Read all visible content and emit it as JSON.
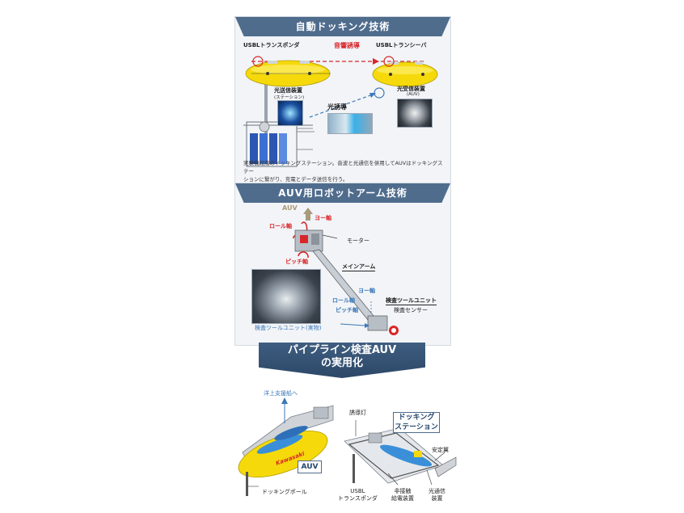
{
  "section1": {
    "title": "自動ドッキング技術",
    "usbl_transponder": "USBLトランスポンダ",
    "usbl_transceiver": "USBLトランシーバ",
    "acoustic_guidance": "音響誘導",
    "optical_tx": "光送信装置",
    "optical_tx_sub": "(ステーション)",
    "optical_rx": "光受信装置",
    "optical_rx_sub": "(AUV)",
    "optical_guidance": "光誘導",
    "desc_line1": "実験機段階のドッキングステーション。音波と光通信を併用してAUVはドッキングステー",
    "desc_line2": "ションに繋がり、充電とデータ送信を行う。"
  },
  "section2": {
    "title": "AUV用ロボットアーム技術",
    "auv": "AUV",
    "yaw_axis": "ヨー軸",
    "roll_axis": "ロール軸",
    "motor": "モーター",
    "pitch_axis": "ピッチ軸",
    "main_arm": "メインアーム",
    "yaw_axis2": "ヨー軸",
    "roll_axis2": "ロール軸",
    "inspection_unit": "検査ツールユニット",
    "pitch_axis2": "ピッチ軸",
    "inspection_sensor": "検査センサー",
    "unit_actual": "検査ツールユニット(実物)"
  },
  "hero": {
    "line1": "パイプライン検査AUV",
    "line2": "の実用化"
  },
  "section3": {
    "to_ship": "洋上支援船へ",
    "guide_light": "誘導灯",
    "docking_station_line1": "ドッキング",
    "docking_station_line2": "ステーション",
    "stabilizer": "安定翼",
    "auv": "AUV",
    "docking_pole": "ドッキングポール",
    "usbl_line1": "USBL",
    "usbl_line2": "トランスポンダ",
    "contactless_line1": "非接触",
    "contactless_line2": "給電装置",
    "optical_line1": "光通信",
    "optical_line2": "装置",
    "brand": "Kawasaki"
  },
  "colors": {
    "banner": "#4f6c8d",
    "auv_yellow": "#f5d90a",
    "accent_red": "#d9262a",
    "accent_blue": "#3b78b8"
  }
}
